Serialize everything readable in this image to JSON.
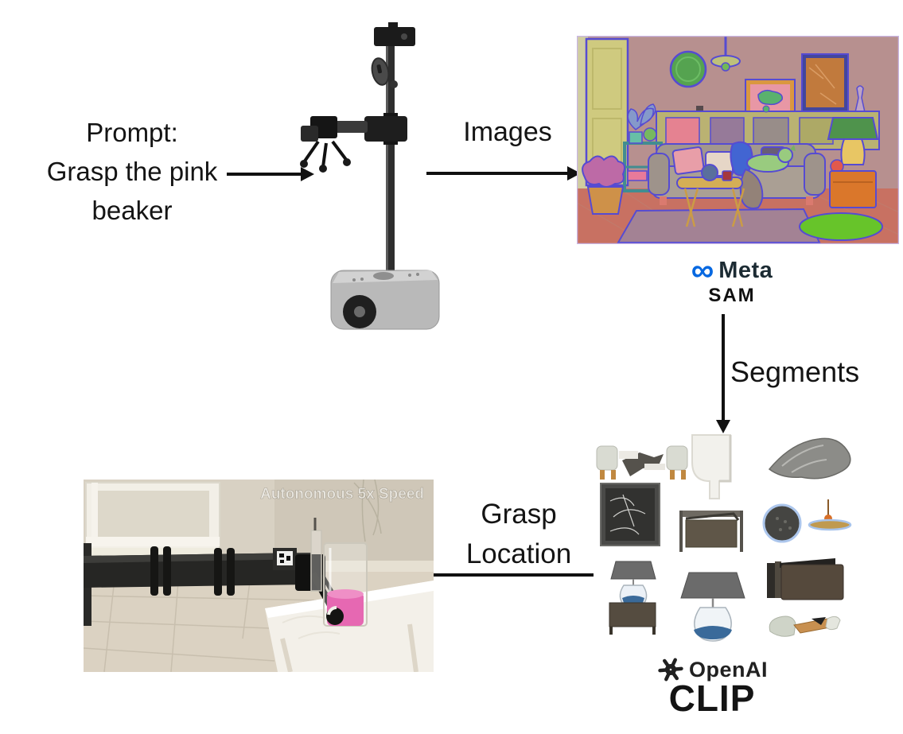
{
  "prompt": {
    "lines": [
      "Prompt:",
      "Grasp the pink",
      "beaker"
    ]
  },
  "flow_labels": {
    "images": "Images",
    "segments": "Segments",
    "grasp_location_line1": "Grasp",
    "grasp_location_line2": "Location"
  },
  "logos": {
    "meta": {
      "symbol": "∞",
      "wordmark": "Meta",
      "model": "SAM",
      "brand_color": "#0668E1",
      "wordmark_color": "#1C2B33"
    },
    "openai": {
      "wordmark": "OpenAI",
      "model": "CLIP",
      "color": "#212121"
    }
  },
  "grasp_photo": {
    "watermark": "Autonomous 5x Speed",
    "subject": "robot-arm-grasping-pink-beaker-on-white-table"
  },
  "robot_photo": {
    "subject": "stretch-mobile-manipulator-robot"
  },
  "segmented_image": {
    "subject": "living-room-with-sam-segmentation-masks",
    "outline_color": "#4646d8"
  },
  "segments_grid": {
    "items": [
      "chair-set",
      "wall-corner",
      "fabric-drape",
      "chalkboard-frame",
      "side-shelf",
      "textured-disc-and-pendant-lamp",
      "lamp-on-side-table",
      "glass-base-lamp",
      "dark-cabinet-box",
      "bench-pieces"
    ]
  },
  "arrow_color": "#111111"
}
